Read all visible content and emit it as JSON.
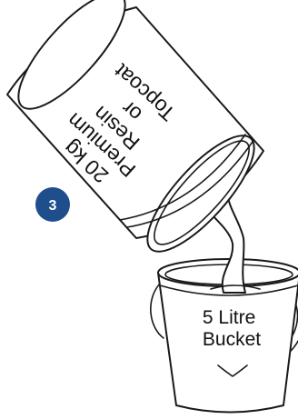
{
  "step": {
    "number": "3",
    "badge_color": "#1f4e8c",
    "text_color": "#ffffff"
  },
  "can": {
    "label_lines": [
      "20 kg",
      "Premium",
      "Resin",
      "or",
      "Topcoat"
    ]
  },
  "bucket": {
    "label_lines": [
      "5 Litre",
      "Bucket"
    ]
  }
}
